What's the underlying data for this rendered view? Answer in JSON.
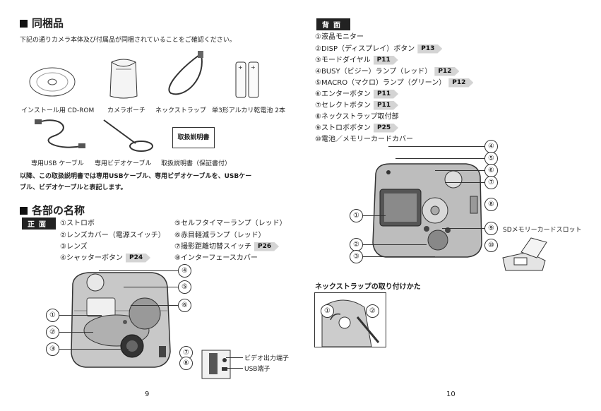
{
  "left": {
    "heading1": "同梱品",
    "intro": "下記の通りカメラ本体及び付属品が同梱されていることをご確認ください。",
    "items": [
      "インストール用 CD-ROM",
      "カメラポーチ",
      "ネックストラップ",
      "単3形アルカリ乾電池 2本",
      "専用USB ケーブル",
      "専用ビデオケーブル",
      "取扱説明書（保証書付）"
    ],
    "manual_box_text": "取扱説明書",
    "note_line1": "以降、この取扱説明書では専用USBケーブル、専用ビデオケーブルを、USBケー",
    "note_line2": "ブル、ビデオケーブルと表記します。",
    "heading2": "各部の名称",
    "front_badge": "正面",
    "front_parts": [
      {
        "label": "①ストロボ",
        "ref": ""
      },
      {
        "label": "②レンズカバー（電源スイッチ）",
        "ref": ""
      },
      {
        "label": "③レンズ",
        "ref": ""
      },
      {
        "label": "④シャッターボタン",
        "ref": "P24"
      },
      {
        "label": "⑤セルフタイマーランプ（レッド）",
        "ref": ""
      },
      {
        "label": "⑥赤目軽減ランプ（レッド）",
        "ref": ""
      },
      {
        "label": "⑦撮影距離切替スイッチ",
        "ref": "P26"
      },
      {
        "label": "⑧インターフェースカバー",
        "ref": ""
      }
    ],
    "callouts": [
      "①",
      "②",
      "③",
      "④",
      "⑤",
      "⑥",
      "⑦",
      "⑧"
    ],
    "video_terminal": "ビデオ出力端子",
    "usb_terminal": "USB端子",
    "page_number": "9"
  },
  "right": {
    "back_badge": "背面",
    "back_parts": [
      {
        "label": "①液晶モニター",
        "ref": ""
      },
      {
        "label": "②DISP（ディスプレイ）ボタン",
        "ref": "P13"
      },
      {
        "label": "③モードダイヤル",
        "ref": "P11"
      },
      {
        "label": "④BUSY（ビジー）ランプ（レッド）",
        "ref": "P12"
      },
      {
        "label": "⑤MACRO（マクロ）ランプ（グリーン）",
        "ref": "P12"
      },
      {
        "label": "⑥エンターボタン",
        "ref": "P11"
      },
      {
        "label": "⑦セレクトボタン",
        "ref": "P11"
      },
      {
        "label": "⑧ネックストラップ取付部",
        "ref": ""
      },
      {
        "label": "⑨ストロボボタン",
        "ref": "P25"
      },
      {
        "label": "⑩電池／メモリーカードカバー",
        "ref": ""
      }
    ],
    "callouts": [
      "①",
      "②",
      "③",
      "④",
      "⑤",
      "⑥",
      "⑦",
      "⑧",
      "⑨",
      "⑩"
    ],
    "sd_slot": "SDメモリーカードスロット",
    "strap_heading": "ネックストラップの取り付けかた",
    "strap_steps": [
      "①",
      "②"
    ],
    "page_number": "10"
  }
}
